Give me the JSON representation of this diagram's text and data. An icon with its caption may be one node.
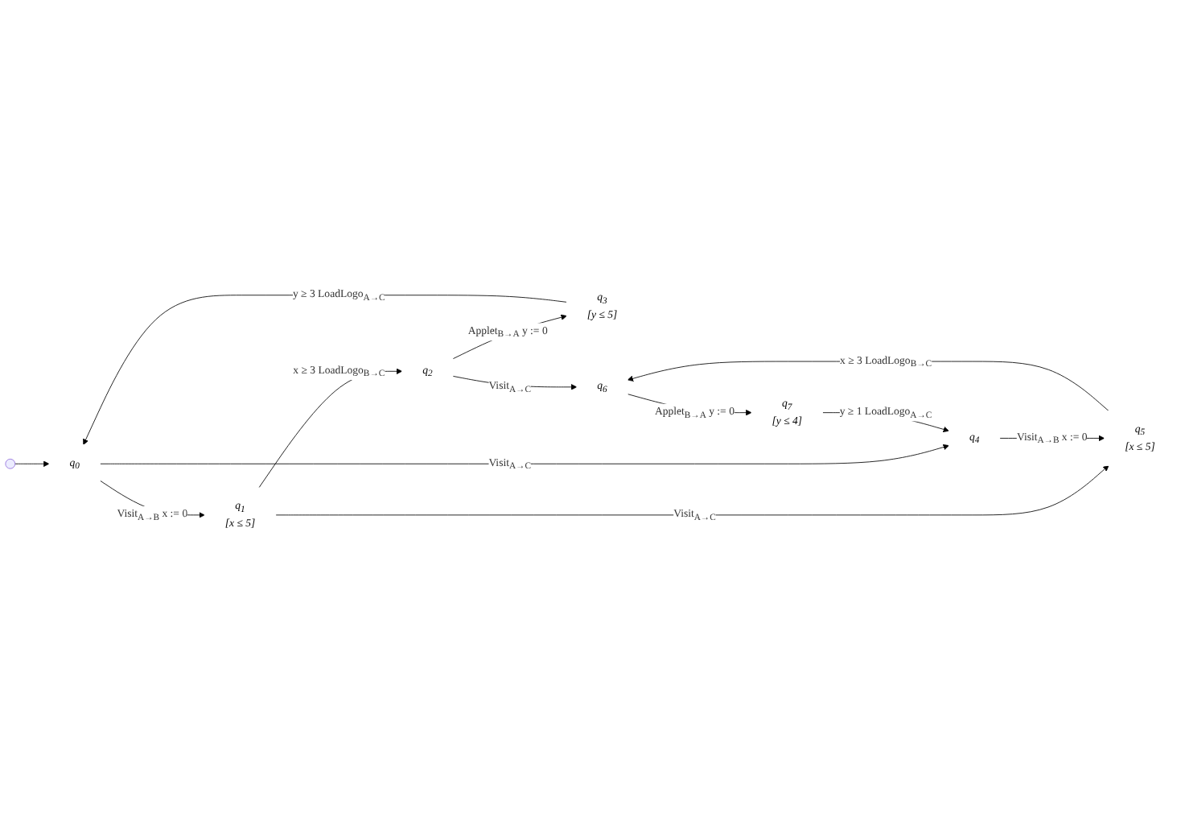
{
  "diagram": {
    "nodes": [
      {
        "text": [
          "q$_{0}$"
        ]
      },
      {
        "text": [
          "q$_{1}$",
          "[x ≤ 5]"
        ]
      },
      {
        "text": [
          "q$_{2}$"
        ]
      },
      {
        "text": [
          "q$_{3}$",
          "[y ≤ 5]"
        ]
      },
      {
        "text": [
          "q$_{4}$"
        ]
      },
      {
        "text": [
          "q$_{5}$",
          "[x ≤ 5]"
        ]
      },
      {
        "text": [
          "q$_{6}$"
        ]
      },
      {
        "text": [
          "q$_{7}$",
          "[y ≤ 4]"
        ]
      }
    ],
    "edges": [
      {
        "from": null,
        "to": 0,
        "arrow": "to"
      },
      {
        "from": 0,
        "to": 1,
        "arrow": "to",
        "label": "Visit$_{A→B}$ x := 0"
      },
      {
        "from": 1,
        "to": 2,
        "arrow": "to",
        "label": "x ≥ 3 LoadLogo$_{B→C}$"
      },
      {
        "from": 2,
        "to": 3,
        "arrow": "to",
        "label": "Applet$_{B→A}$ y := 0"
      },
      {
        "from": 3,
        "to": 0,
        "arrow": "to",
        "label": "y ≥ 3 LoadLogo$_{A→C}$"
      },
      {
        "from": 0,
        "to": 4,
        "arrow": "to",
        "label": "Visit$_{A→C}$"
      },
      {
        "from": 1,
        "to": 5,
        "arrow": "to",
        "label": "Visit$_{A→C}$"
      },
      {
        "from": 2,
        "to": 6,
        "arrow": "to",
        "label": "Visit$_{A→C}$"
      },
      {
        "from": 4,
        "to": 5,
        "arrow": "to",
        "label": "Visit$_{A→B}$ x := 0"
      },
      {
        "from": 5,
        "to": 6,
        "arrow": "to",
        "label": "x ≥ 3 LoadLogo$_{B→C}$"
      },
      {
        "from": 6,
        "to": 7,
        "arrow": "to",
        "label": "Applet$_{B→A}$ y := 0"
      },
      {
        "from": 7,
        "to": 4,
        "arrow": "to",
        "label": "y ≥ 1 LoadLogo$_{A→C}$"
      }
    ]
  }
}
